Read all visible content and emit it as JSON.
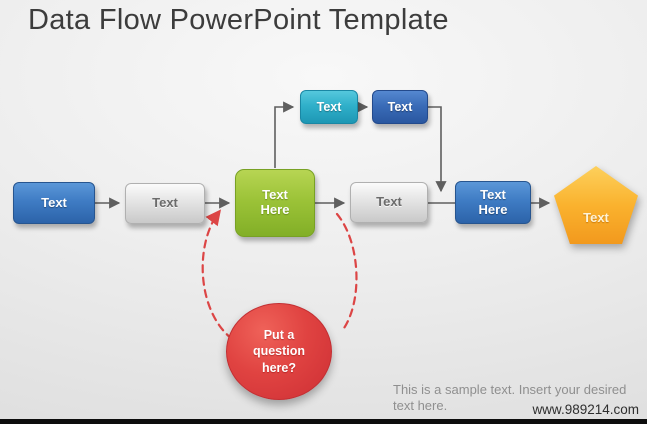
{
  "page": {
    "title": "Data Flow PowerPoint Template",
    "sample_text": "This is a sample text. Insert your desired text here.",
    "watermark": "www.989214.com"
  },
  "colors": {
    "background": "#ececec",
    "title_text": "#3c3c3c",
    "blue_box": "#3f7cc4",
    "teal_box": "#30b0ca",
    "gray_box": "#e4e4e4",
    "green_box": "#9cc338",
    "orange_pentagon": "#fab22e",
    "red_circle": "#e04341",
    "connector_gray": "#5f5f5f",
    "dashed_arc_red": "#dc4545",
    "bottom_bar": "#0d0d0d"
  },
  "flowchart": {
    "nodes": [
      {
        "id": "start",
        "shape": "rounded-rect",
        "color": "blue",
        "label": "Text"
      },
      {
        "id": "step-1",
        "shape": "rounded-rect",
        "color": "gray",
        "label": "Text"
      },
      {
        "id": "main-process",
        "shape": "rounded-rect",
        "color": "green",
        "label": "Text Here"
      },
      {
        "id": "step-2",
        "shape": "rounded-rect",
        "color": "gray",
        "label": "Text"
      },
      {
        "id": "step-3",
        "shape": "rounded-rect",
        "color": "blue",
        "label": "Text Here"
      },
      {
        "id": "end",
        "shape": "pentagon",
        "color": "orange",
        "label": "Text"
      },
      {
        "id": "branch-a",
        "shape": "rounded-rect",
        "color": "teal",
        "label": "Text"
      },
      {
        "id": "branch-b",
        "shape": "rounded-rect",
        "color": "blue",
        "label": "Text"
      },
      {
        "id": "question",
        "shape": "circle",
        "color": "red",
        "label": "Put a question here?"
      }
    ]
  }
}
